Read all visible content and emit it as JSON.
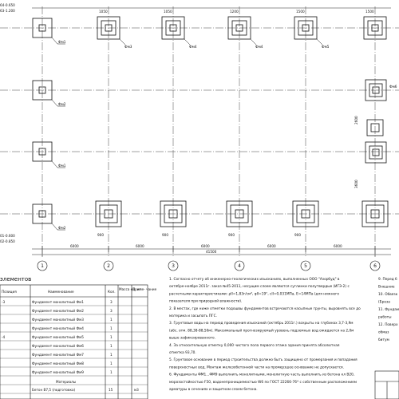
{
  "top_left_labels": [
    "64-0.650",
    "63-1.200"
  ],
  "mid_left_labels": [
    "01-0.600",
    "02-0.850"
  ],
  "axis_labels": [
    "1",
    "2",
    "3",
    "4",
    "5",
    "6"
  ],
  "span_dims": [
    "6000",
    "6000",
    "6000",
    "6000",
    "6000"
  ],
  "total_dim": "41500",
  "footing_labels": [
    "Фм1",
    "Фм2",
    "Фм3",
    "Фм4",
    "Фм5",
    "Фм6"
  ],
  "small_dims": [
    "1050",
    "1050",
    "1200",
    "1500",
    "900",
    "900",
    "2600",
    "3600"
  ],
  "spec_title": "элементов",
  "spec_headers": {
    "pos": "Позиция",
    "name": "Наименование",
    "qty": "Кол.",
    "mass": "Масса ед. кг",
    "note": "Приме- чание"
  },
  "spec_rows": [
    {
      "pos": "-3",
      "name": "Фундамент монолитный Фм1",
      "qty": "3",
      "mass": "",
      "note": ""
    },
    {
      "pos": "",
      "name": "Фундамент монолитный Фм2",
      "qty": "3",
      "mass": "",
      "note": ""
    },
    {
      "pos": "",
      "name": "Фундамент монолитный Фм3",
      "qty": "1",
      "mass": "",
      "note": ""
    },
    {
      "pos": "",
      "name": "Фундамент монолитный Фм4",
      "qty": "1",
      "mass": "",
      "note": ""
    },
    {
      "pos": "-4",
      "name": "Фундамент монолитный Фм5",
      "qty": "1",
      "mass": "",
      "note": ""
    },
    {
      "pos": "",
      "name": "Фундамент монолитный Фм6",
      "qty": "1",
      "mass": "",
      "note": ""
    },
    {
      "pos": "",
      "name": "Фундамент монолитный Фм7",
      "qty": "1",
      "mass": "",
      "note": ""
    },
    {
      "pos": "",
      "name": "Фундамент монолитный Фм8",
      "qty": "1",
      "mass": "",
      "note": ""
    },
    {
      "pos": "",
      "name": "Фундамент монолитный Фм9",
      "qty": "1",
      "mass": "",
      "note": ""
    }
  ],
  "materials_header": "Материалы",
  "materials_row": {
    "name": "Бетон В7,5 (подготовка)",
    "qty": "15",
    "unit": "м3"
  },
  "notes": [
    "1. Согласно отчету об инженерно-геологических изысканиях, выполненных ООО \"Азорбуд\" в",
    "октябре-ноябре 2011г. заказ №45-2011, несущим слоем являются суглинки полутвердые (ИГЭ-2) с",
    "расчетными характеристиками: ρII=1,83г/см³, φII=19°, cII=0,031МПа, E=14МПа (для нижнего",
    "показателя при природной влажности).",
    "2. В местах, где ниже отметки подошвы фундаментов встречаются насыпные грунты, выровнять все до",
    "материка и засыпать ПГС.",
    "3. Грунтовые воды на период проведения изысканий (октябрь 2011г.) вскрыты на глубинах 3,7-3,9м",
    "(абс. отм. 88,38-88,50м). Максимальный прогнозируемый уровень подземных вод ожидается на 2,0м",
    "выше зафиксированного.",
    "4. За относительную отметку 0,000 чистого пола первого этажа здания принята абсолютная",
    "отметка 93,70.",
    "5. Грунтовое основание в период строительства должно быть защищено от промерзания и попадания",
    "поверхностных вод. Монтаж железобетонной части на промерзшее основание не допускается.",
    "6. Фундаменты ФМ1...ФМ9 выполнить монолитными, монолитную часть выполнить из бетона кл В20,",
    "морозостойкостью F50, водонепроницаемостью W6 по ГОСТ 22266-76* с собственным расположением",
    "арматуры в сечениях и защитном слоем бетона."
  ],
  "right_notes": [
    "9. Перед б",
    "Внешние",
    "10. Обвязк",
    "(Бреза",
    "11. Фундам",
    "работы",
    "12. Поверх",
    "обмаз",
    "битум"
  ]
}
